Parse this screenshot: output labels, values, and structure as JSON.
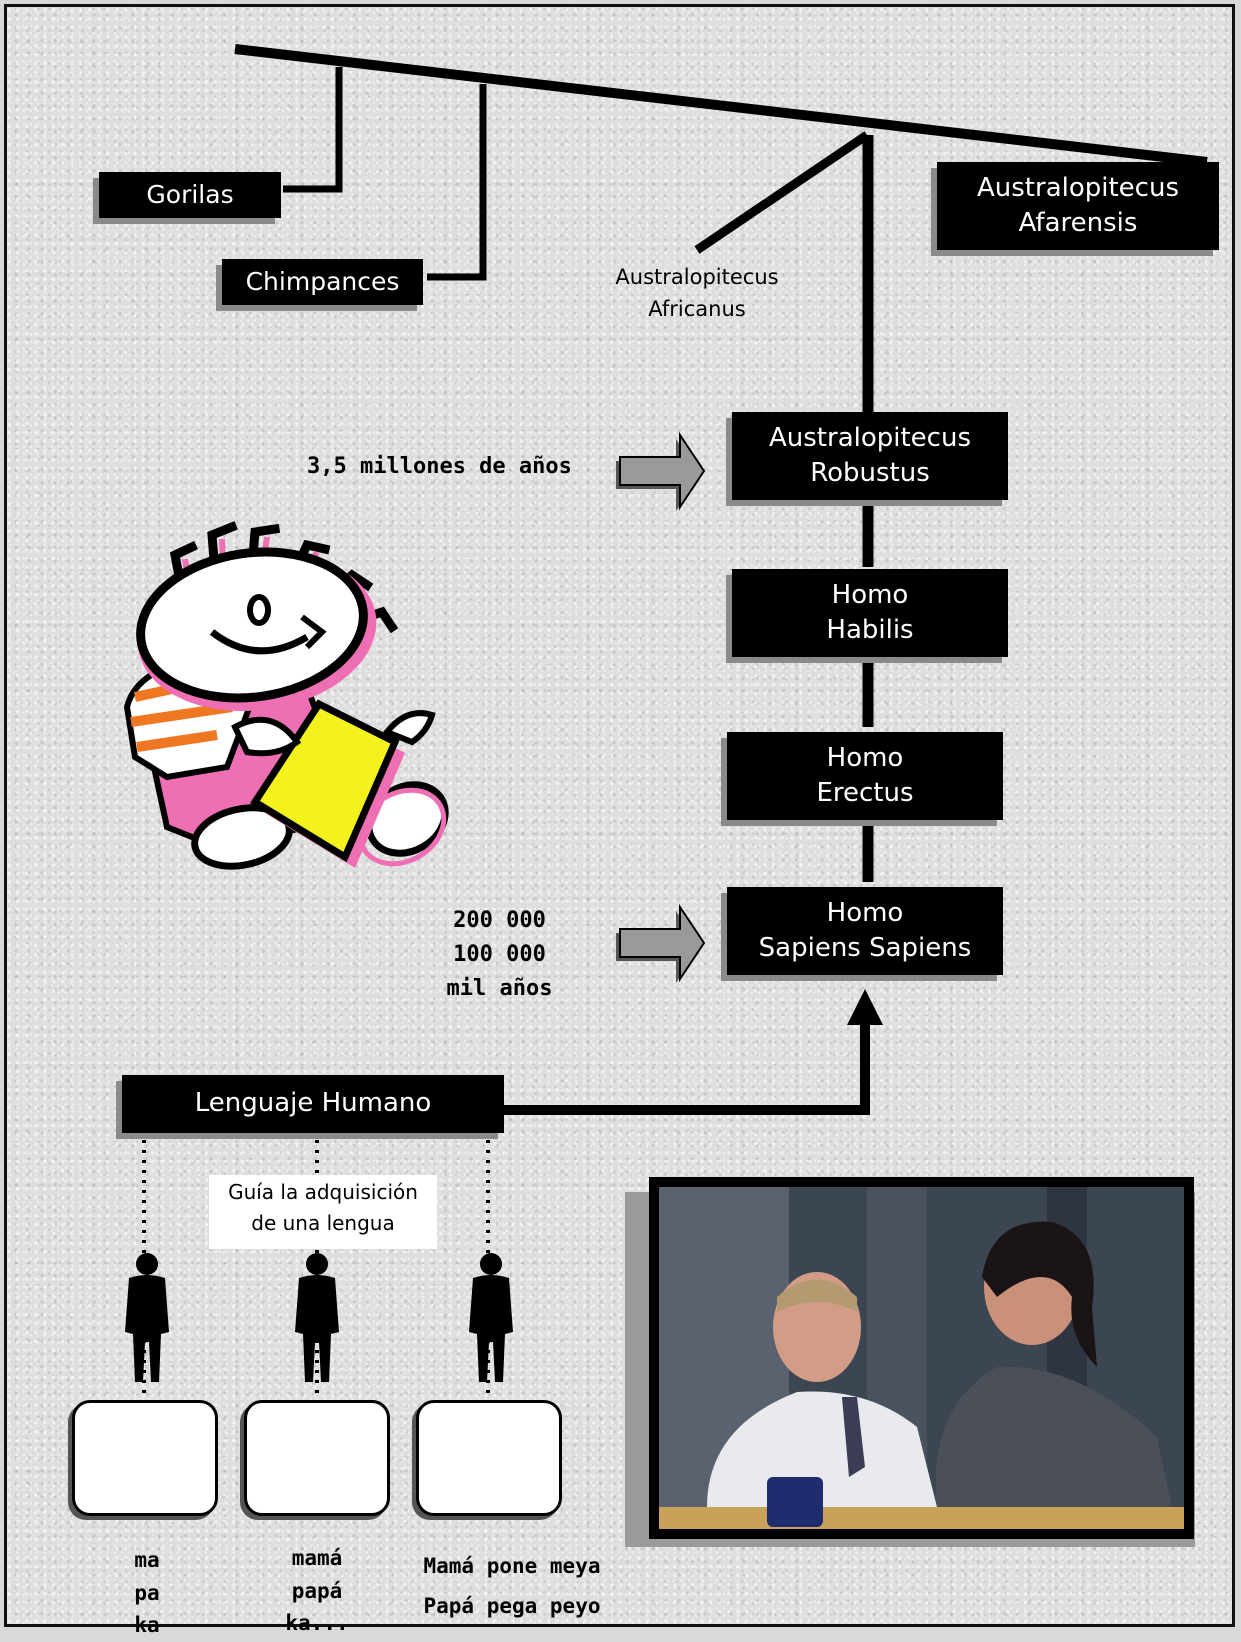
{
  "tree": {
    "gorilas": "Gorilas",
    "chimpances": "Chimpances",
    "afarensis": [
      "Australopitecus",
      "Afarensis"
    ],
    "africanus": [
      "Australopitecus",
      "Africanus"
    ],
    "robustus": [
      "Australopitecus",
      "Robustus"
    ],
    "habilis": [
      "Homo",
      "Habilis"
    ],
    "erectus": [
      "Homo",
      "Erectus"
    ],
    "sapiens": [
      "Homo",
      "Sapiens Sapiens"
    ]
  },
  "timeline": {
    "robustus_age": "3,5 millones de años",
    "sapiens_age": [
      "200 000",
      "100 000",
      "mil años"
    ]
  },
  "language": {
    "title": "Lenguaje Humano",
    "note": [
      "Guía la adquisición",
      "de una lengua"
    ],
    "stage1": [
      "ma",
      "pa",
      "ka"
    ],
    "stage2": [
      "mamá",
      "papá",
      "ka..."
    ],
    "stage3": [
      "Mamá pone meya",
      "Papá pega peyo"
    ]
  }
}
